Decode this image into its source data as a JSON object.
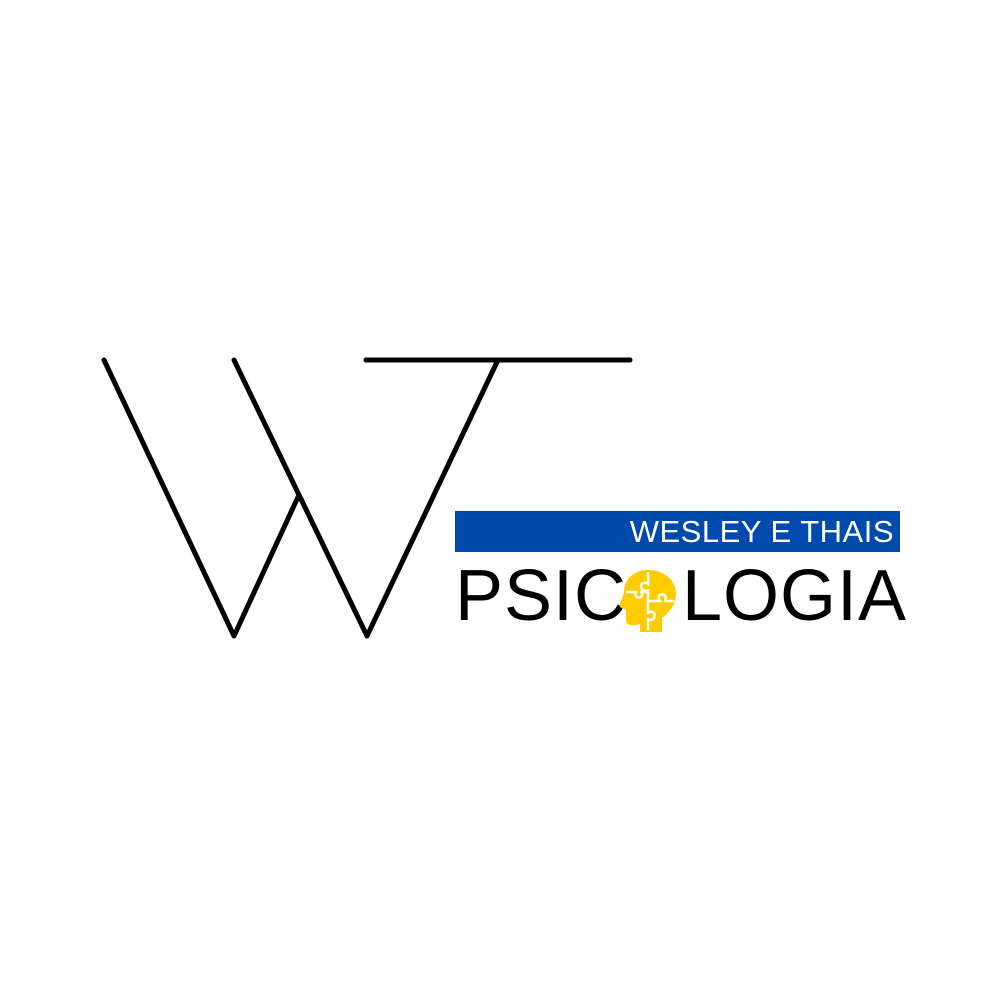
{
  "logo": {
    "monogram": "WT",
    "band_text": "WESLEY E THAIS",
    "word_part1": "PSIC",
    "word_part2": "LOGIA",
    "full_word": "PSICOLOGIA",
    "icon": "puzzle-head-icon",
    "colors": {
      "band": "#004aad",
      "icon": "#ffcc00",
      "text": "#000000"
    }
  }
}
